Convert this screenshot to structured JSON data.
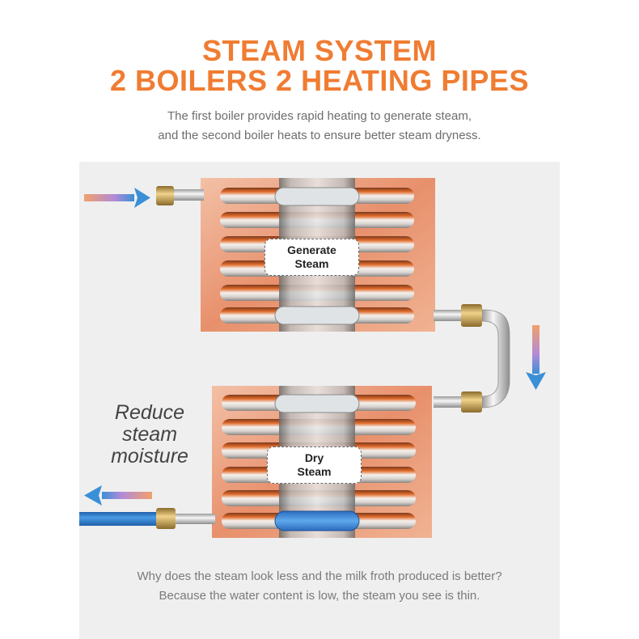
{
  "heading": {
    "line1": "STEAM SYSTEM",
    "line2": "2 BOILERS 2 HEATING PIPES"
  },
  "subtitle": {
    "line1": "The first boiler provides rapid heating to generate steam,",
    "line2": "and the second boiler heats to ensure better steam dryness."
  },
  "boilers": [
    {
      "label_line1": "Generate",
      "label_line2": "Steam"
    },
    {
      "label_line1": "Dry",
      "label_line2": "Steam"
    }
  ],
  "side_note": {
    "line1": "Reduce",
    "line2": "steam",
    "line3": "moisture"
  },
  "footer": {
    "line1": "Why does the steam look less and the milk froth produced is better?",
    "line2": "Because the water content is low, the steam you see is thin."
  },
  "colors": {
    "accent": "#f07c32",
    "arrow_blue": "#3a8fd6",
    "arrow_orange": "#f2a06a",
    "copper": "#e79a7a",
    "water_pipe": "#2f7fcf"
  }
}
